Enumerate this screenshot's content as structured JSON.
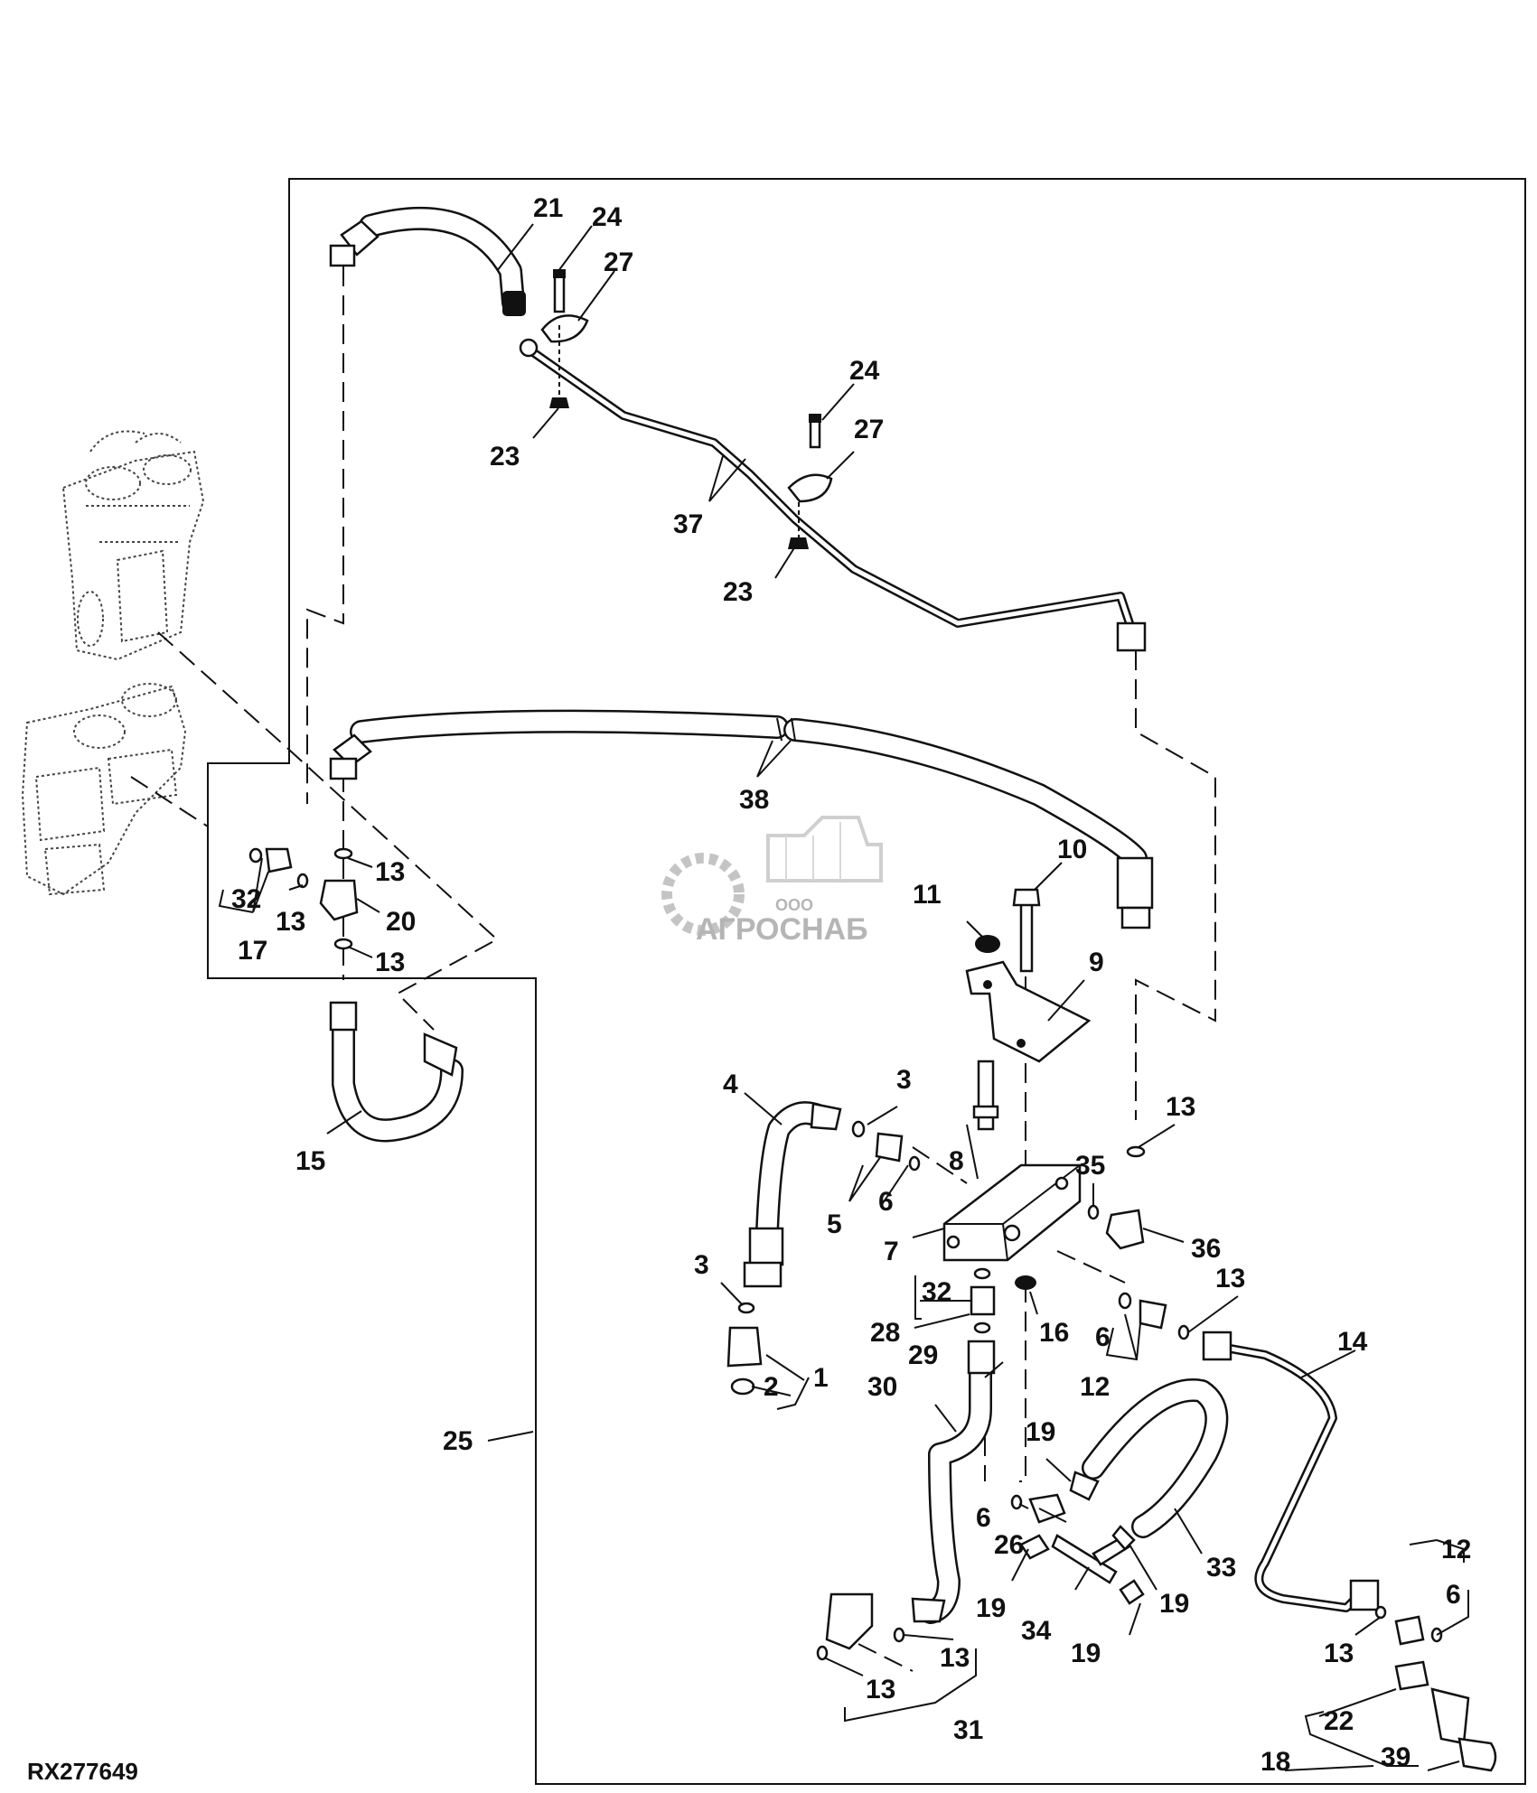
{
  "drawing_code": "RX277649",
  "watermark": {
    "company_prefix": "ООО",
    "company_name": "АГРОСНАБ"
  },
  "callouts": [
    {
      "id": "21",
      "text": "21"
    },
    {
      "id": "24a",
      "text": "24"
    },
    {
      "id": "27a",
      "text": "27"
    },
    {
      "id": "23a",
      "text": "23"
    },
    {
      "id": "24b",
      "text": "24"
    },
    {
      "id": "27b",
      "text": "27"
    },
    {
      "id": "37",
      "text": "37"
    },
    {
      "id": "23b",
      "text": "23"
    },
    {
      "id": "38",
      "text": "38"
    },
    {
      "id": "13a",
      "text": "13"
    },
    {
      "id": "32a",
      "text": "32"
    },
    {
      "id": "13b",
      "text": "13"
    },
    {
      "id": "20",
      "text": "20"
    },
    {
      "id": "17",
      "text": "17"
    },
    {
      "id": "13c",
      "text": "13"
    },
    {
      "id": "10",
      "text": "10"
    },
    {
      "id": "11",
      "text": "11"
    },
    {
      "id": "9",
      "text": "9"
    },
    {
      "id": "15",
      "text": "15"
    },
    {
      "id": "4",
      "text": "4"
    },
    {
      "id": "3a",
      "text": "3"
    },
    {
      "id": "8",
      "text": "8"
    },
    {
      "id": "13d",
      "text": "13"
    },
    {
      "id": "35",
      "text": "35"
    },
    {
      "id": "6a",
      "text": "6"
    },
    {
      "id": "5",
      "text": "5"
    },
    {
      "id": "7",
      "text": "7"
    },
    {
      "id": "36",
      "text": "36"
    },
    {
      "id": "3b",
      "text": "3"
    },
    {
      "id": "32b",
      "text": "32"
    },
    {
      "id": "13e",
      "text": "13"
    },
    {
      "id": "28",
      "text": "28"
    },
    {
      "id": "16",
      "text": "16"
    },
    {
      "id": "6b",
      "text": "6"
    },
    {
      "id": "29",
      "text": "29"
    },
    {
      "id": "14",
      "text": "14"
    },
    {
      "id": "1",
      "text": "1"
    },
    {
      "id": "2",
      "text": "2"
    },
    {
      "id": "12a",
      "text": "12"
    },
    {
      "id": "30",
      "text": "30"
    },
    {
      "id": "25",
      "text": "25"
    },
    {
      "id": "19a",
      "text": "19"
    },
    {
      "id": "6c",
      "text": "6"
    },
    {
      "id": "26",
      "text": "26"
    },
    {
      "id": "33",
      "text": "33"
    },
    {
      "id": "12b",
      "text": "12"
    },
    {
      "id": "19b",
      "text": "19"
    },
    {
      "id": "19c",
      "text": "19"
    },
    {
      "id": "34",
      "text": "34"
    },
    {
      "id": "6d",
      "text": "6"
    },
    {
      "id": "19d",
      "text": "19"
    },
    {
      "id": "13f",
      "text": "13"
    },
    {
      "id": "13g",
      "text": "13"
    },
    {
      "id": "13h",
      "text": "13"
    },
    {
      "id": "22",
      "text": "22"
    },
    {
      "id": "31",
      "text": "31"
    },
    {
      "id": "18",
      "text": "18"
    },
    {
      "id": "39",
      "text": "39"
    }
  ]
}
